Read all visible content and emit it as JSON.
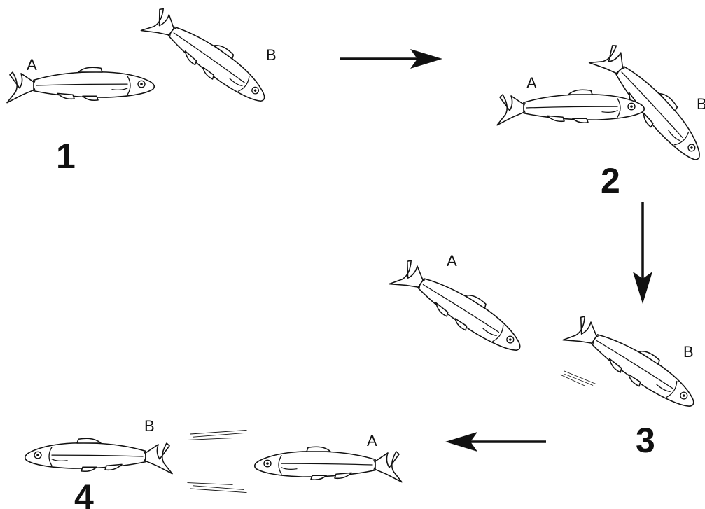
{
  "steps": [
    {
      "number": "1",
      "fish": [
        {
          "label": "A"
        },
        {
          "label": "B"
        }
      ]
    },
    {
      "number": "2",
      "fish": [
        {
          "label": "A"
        },
        {
          "label": "B"
        }
      ]
    },
    {
      "number": "3",
      "fish": [
        {
          "label": "A"
        },
        {
          "label": "B"
        }
      ]
    },
    {
      "number": "4",
      "fish": [
        {
          "label": "B"
        },
        {
          "label": "A"
        }
      ]
    }
  ],
  "icons": {
    "fish": "fish-icon",
    "arrow": "arrow-icon",
    "speed_lines": "speed-lines-icon"
  }
}
